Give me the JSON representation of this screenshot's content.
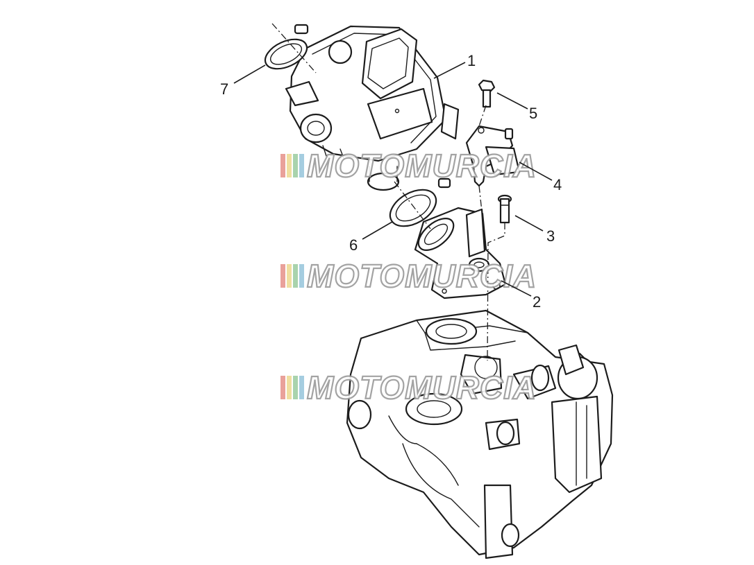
{
  "callouts": [
    {
      "label": "1"
    },
    {
      "label": "2"
    },
    {
      "label": "3"
    },
    {
      "label": "4"
    },
    {
      "label": "5"
    },
    {
      "label": "6"
    },
    {
      "label": "7"
    }
  ],
  "watermark": {
    "text": "MOTOMURCIA",
    "stripe_colors": [
      "#e9a19a",
      "#f0dfa0",
      "#a9d3ad",
      "#a5cde0"
    ]
  }
}
